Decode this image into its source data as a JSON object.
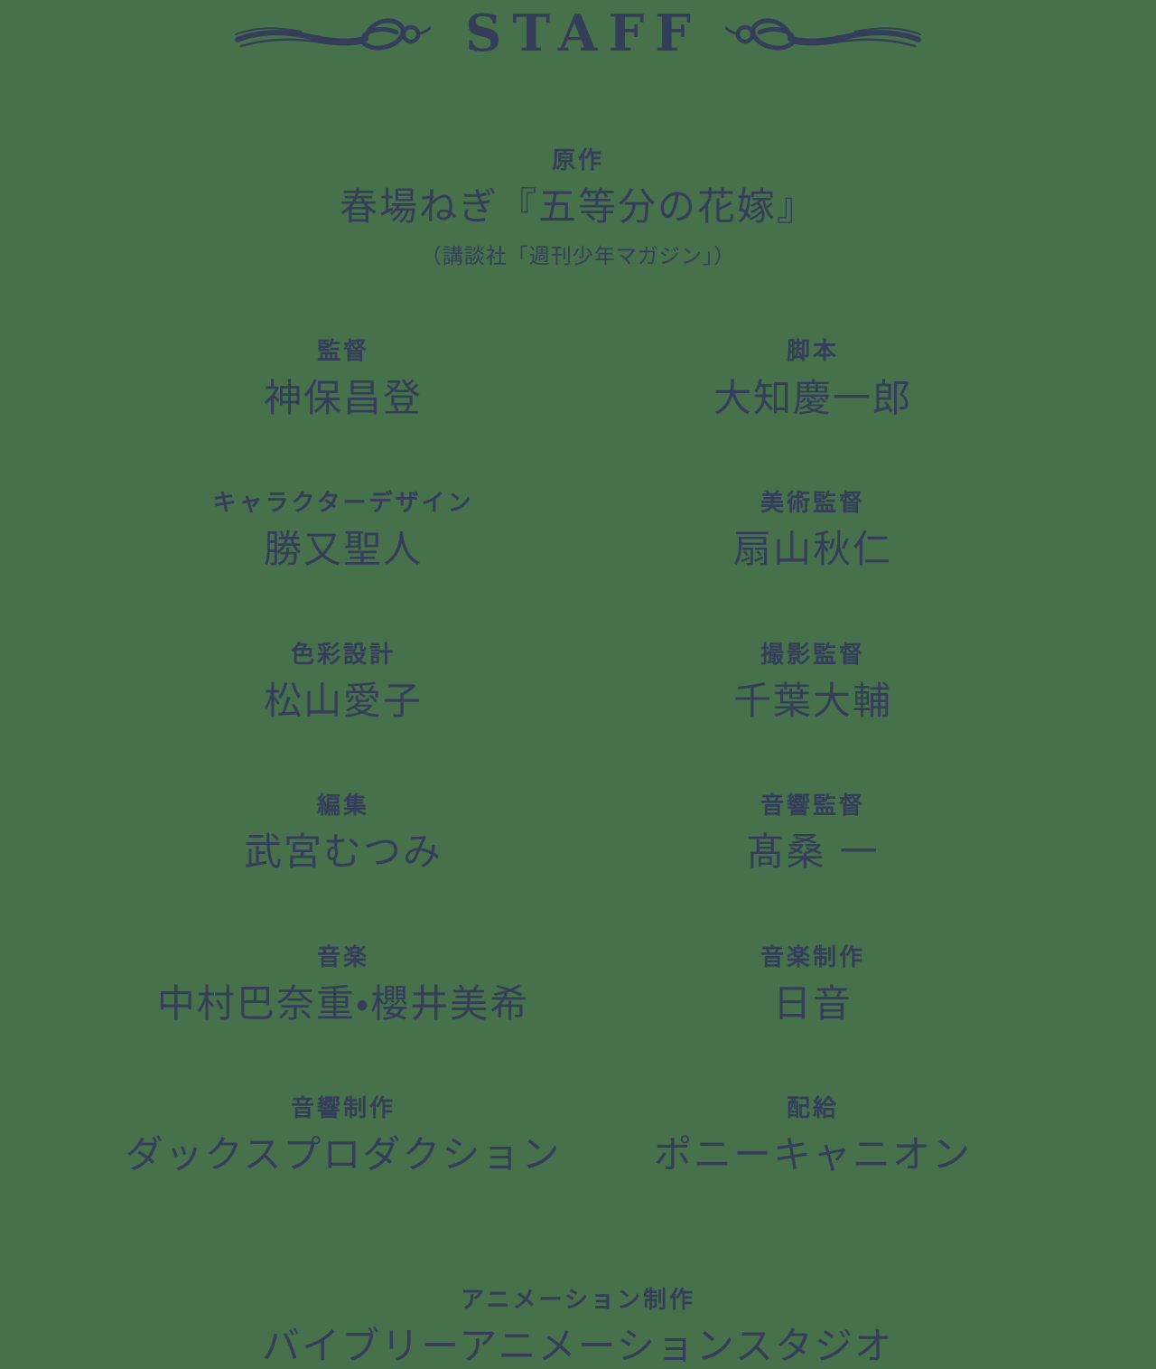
{
  "page": {
    "background_color": "#47714A",
    "text_color": "#343E5A"
  },
  "header": {
    "title": "STAFF",
    "left_ornament": "calligraphic-flourish",
    "right_ornament": "calligraphic-flourish-mirrored"
  },
  "credits": {
    "featured": {
      "label": "原作",
      "name": "春場ねぎ『五等分の花嫁』",
      "note": "（講談社「週刊少年マガジン」）"
    },
    "grid": [
      {
        "label": "監督",
        "name": "神保昌登"
      },
      {
        "label": "脚本",
        "name": "大知慶一郎"
      },
      {
        "label": "キャラクターデザイン",
        "name": "勝又聖人"
      },
      {
        "label": "美術監督",
        "name": "扇山秋仁"
      },
      {
        "label": "色彩設計",
        "name": "松山愛子"
      },
      {
        "label": "撮影監督",
        "name": "千葉大輔"
      },
      {
        "label": "編集",
        "name": "武宮むつみ"
      },
      {
        "label": "音響監督",
        "name": "髙桑 一"
      },
      {
        "label": "音楽",
        "name": "中村巴奈重・櫻井美希"
      },
      {
        "label": "音楽制作",
        "name": "日音"
      },
      {
        "label": "音響制作",
        "name": "ダックスプロダクション"
      },
      {
        "label": "配給",
        "name": "ポニーキャニオン"
      }
    ],
    "footer": {
      "label": "アニメーション制作",
      "name": "バイブリーアニメーションスタジオ"
    }
  }
}
